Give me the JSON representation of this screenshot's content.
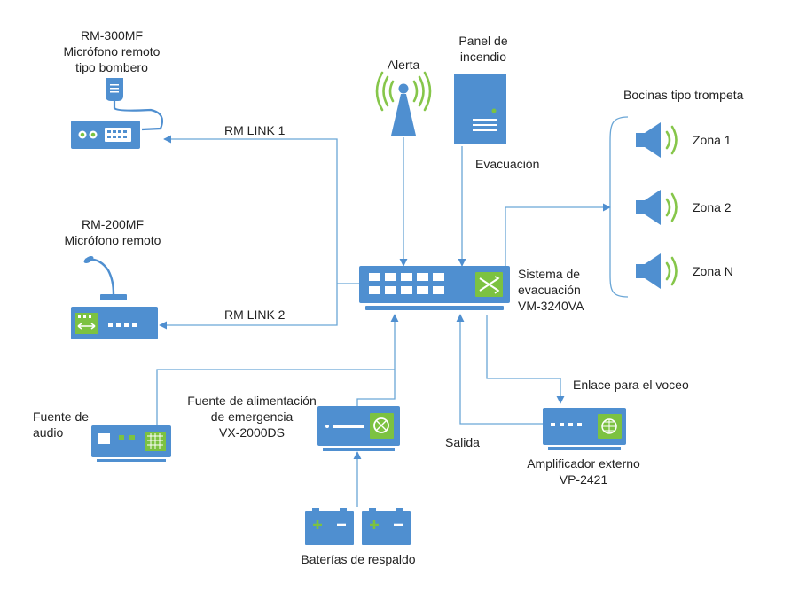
{
  "colors": {
    "device_blue": "#4f8fd0",
    "line_blue": "#6aa6d6",
    "signal_green": "#7cc241",
    "text": "#222222"
  },
  "devices": {
    "rm300": {
      "line1": "RM-300MF",
      "line2": "Micrófono remoto",
      "line3": "tipo bombero"
    },
    "rm200": {
      "line1": "RM-200MF",
      "line2": "Micrófono remoto"
    },
    "alert": {
      "label": "Alerta"
    },
    "fire_panel": {
      "line1": "Panel de",
      "line2": "incendio"
    },
    "system": {
      "line1": "Sistema de",
      "line2": "evacuación",
      "line3": "VM-3240VA"
    },
    "horns": {
      "title": "Bocinas tipo trompeta",
      "zones": [
        "Zona 1",
        "Zona 2",
        "Zona N"
      ]
    },
    "audio_source": {
      "line1": "Fuente de",
      "line2": "audio"
    },
    "power_supply": {
      "line1": "Fuente de alimentación",
      "line2": "de emergencia",
      "line3": "VX-2000DS"
    },
    "amplifier": {
      "line1": "Amplificador externo",
      "line2": "VP-2421"
    },
    "batteries": {
      "label": "Baterías de respaldo"
    }
  },
  "links": {
    "rm_link_1": "RM LINK 1",
    "rm_link_2": "RM LINK 2",
    "evacuation": "Evacuación",
    "paging_link": "Enlace para el voceo",
    "output": "Salida"
  }
}
